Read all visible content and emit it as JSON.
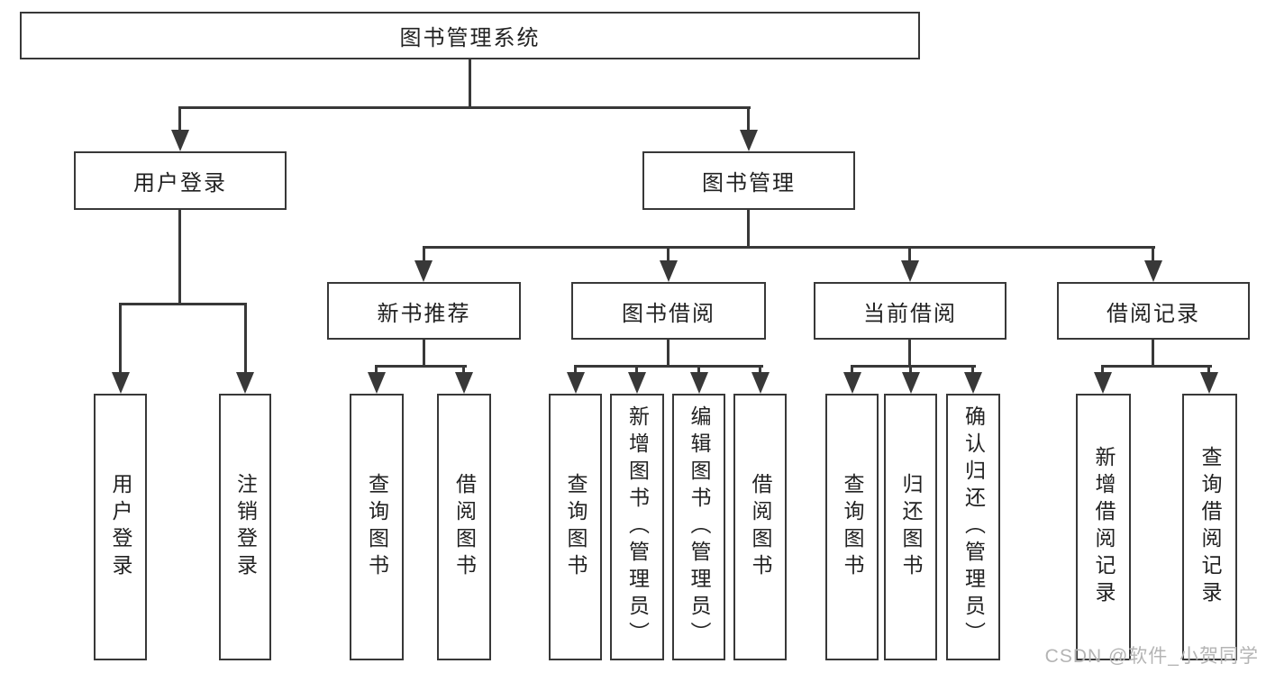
{
  "tree": {
    "label": "图书管理系统",
    "children": [
      {
        "label": "用户登录",
        "children": [
          {
            "label": "用户登录"
          },
          {
            "label": "注销登录"
          }
        ]
      },
      {
        "label": "图书管理",
        "children": [
          {
            "label": "新书推荐",
            "children": [
              {
                "label": "查询图书"
              },
              {
                "label": "借阅图书"
              }
            ]
          },
          {
            "label": "图书借阅",
            "children": [
              {
                "label": "查询图书"
              },
              {
                "label": "新增图书（管理员）"
              },
              {
                "label": "编辑图书（管理员）"
              },
              {
                "label": "借阅图书"
              }
            ]
          },
          {
            "label": "当前借阅",
            "children": [
              {
                "label": "查询图书"
              },
              {
                "label": "归还图书"
              },
              {
                "label": "确认归还（管理员）"
              }
            ]
          },
          {
            "label": "借阅记录",
            "children": [
              {
                "label": "新增借阅记录"
              },
              {
                "label": "查询借阅记录"
              }
            ]
          }
        ]
      }
    ]
  },
  "watermark": "CSDN @软件_小贺同学",
  "colors": {
    "line": "#383838",
    "text": "#222222",
    "watermark": "#b4b4b4",
    "background": "#ffffff"
  }
}
